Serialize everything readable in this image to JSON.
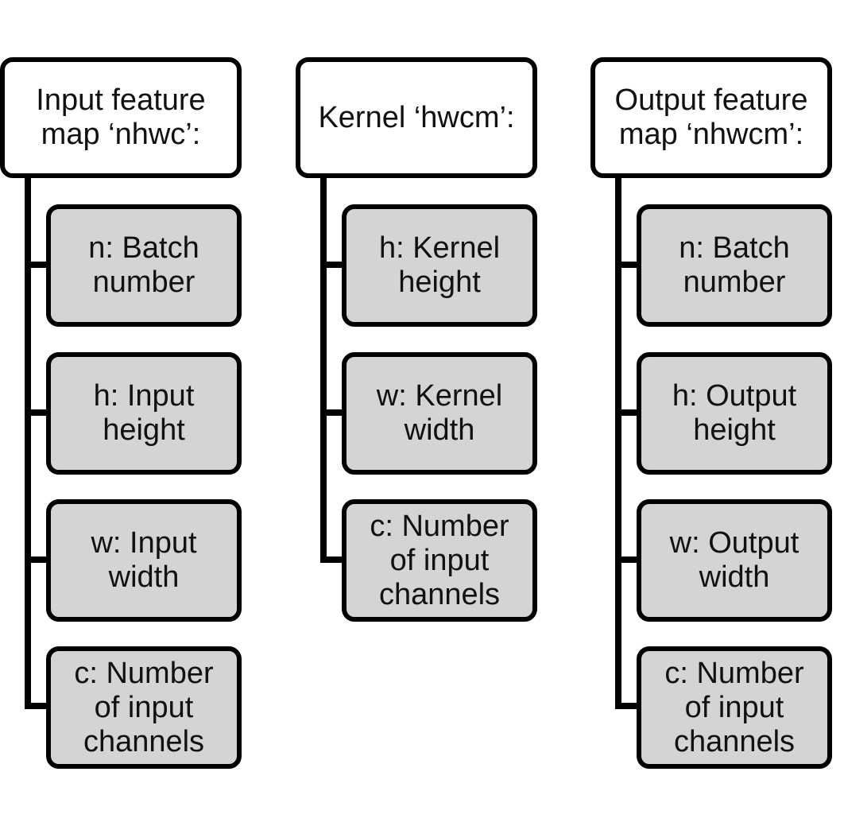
{
  "columns": [
    {
      "header": "Input feature\nmap ‘nhwc’:",
      "items": [
        "n: Batch\nnumber",
        "h: Input\nheight",
        "w: Input\nwidth",
        "c: Number\nof input\nchannels"
      ]
    },
    {
      "header": "Kernel ‘hwcm’:",
      "items": [
        "h: Kernel\nheight",
        "w: Kernel\nwidth",
        "c: Number\nof input\nchannels"
      ]
    },
    {
      "header": "Output feature\nmap ‘nhwcm’:",
      "items": [
        "n: Batch\nnumber",
        "h: Output\nheight",
        "w: Output\nwidth",
        "c: Number\nof input\nchannels"
      ]
    }
  ]
}
